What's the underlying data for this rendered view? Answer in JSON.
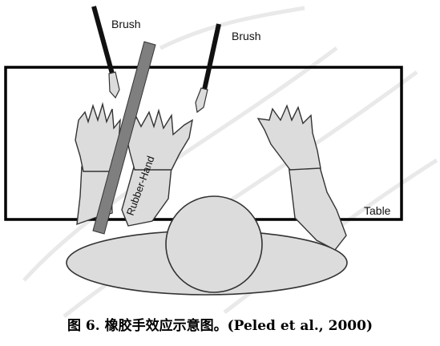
{
  "labels": {
    "brush_left": "Brush",
    "brush_right": "Brush",
    "rubber_hand": "Rubber-Hand",
    "table": "Table"
  },
  "caption": "图 6. 橡胶手效应示意图。(Peled et al., 2000)",
  "colors": {
    "skin": "#dcdcdc",
    "outline": "#333333",
    "brush": "#111111",
    "divider_bar": "#7f7f7f",
    "watermark": "#e9e9e9"
  }
}
